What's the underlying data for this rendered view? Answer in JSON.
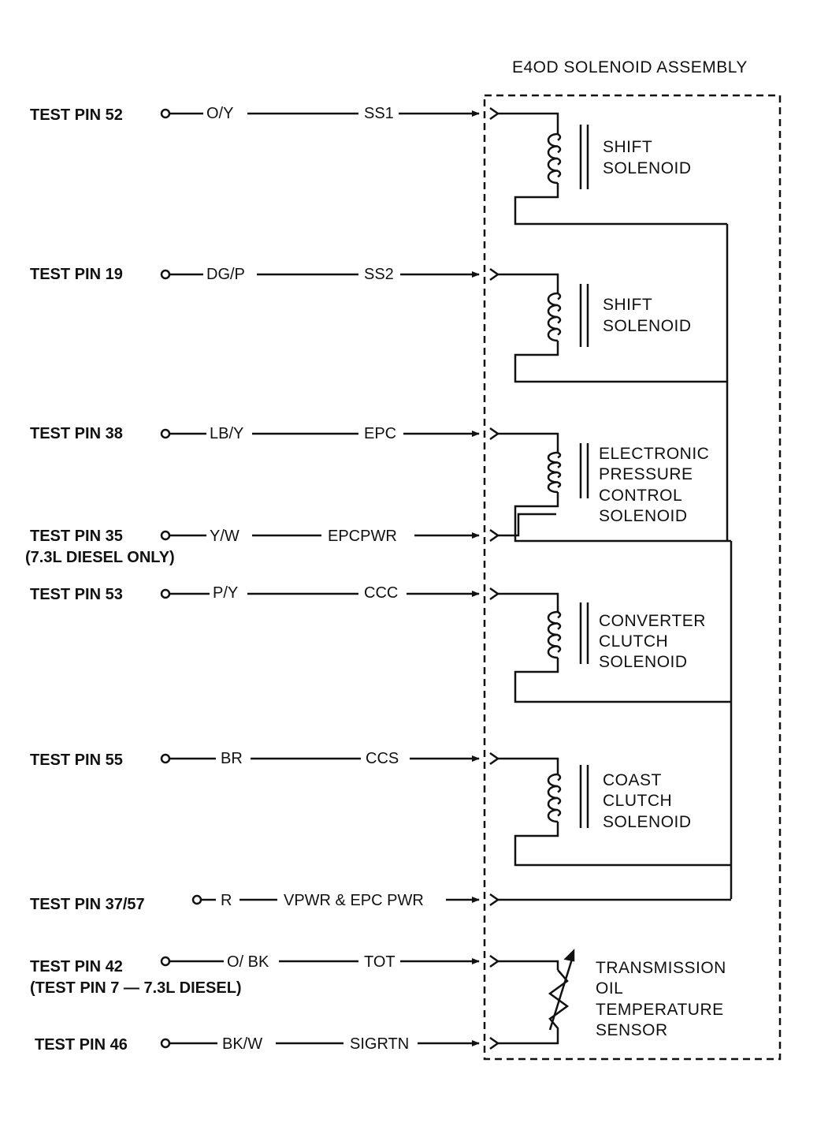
{
  "assembly_title": "E4OD SOLENOID ASSEMBLY",
  "pins": [
    {
      "pin": "TEST PIN 52",
      "color": "O/Y",
      "signal": "SS1"
    },
    {
      "pin": "TEST PIN 19",
      "color": "DG/P",
      "signal": "SS2"
    },
    {
      "pin": "TEST PIN 38",
      "color": "LB/Y",
      "signal": "EPC"
    },
    {
      "pin": "TEST PIN 35",
      "pin_note": "(7.3L DIESEL ONLY)",
      "color": "Y/W",
      "signal": "EPCPWR"
    },
    {
      "pin": "TEST PIN 53",
      "color": "P/Y",
      "signal": "CCC"
    },
    {
      "pin": "TEST PIN 55",
      "color": "BR",
      "signal": "CCS"
    },
    {
      "pin": "TEST PIN 37/57",
      "color": "R",
      "signal": "VPWR & EPC PWR"
    },
    {
      "pin": "TEST PIN 42",
      "pin_note": "(TEST PIN 7 — 7.3L DIESEL)",
      "color": "O/ BK",
      "signal": "TOT"
    },
    {
      "pin": "TEST PIN 46",
      "color": "BK/W",
      "signal": "SIGRTN"
    }
  ],
  "components": [
    {
      "lines": [
        "SHIFT",
        "SOLENOID"
      ]
    },
    {
      "lines": [
        "SHIFT",
        "SOLENOID"
      ]
    },
    {
      "lines": [
        "ELECTRONIC",
        "PRESSURE",
        "CONTROL",
        "SOLENOID"
      ]
    },
    {
      "lines": [
        "CONVERTER",
        "CLUTCH",
        "SOLENOID"
      ]
    },
    {
      "lines": [
        "COAST",
        "CLUTCH",
        "SOLENOID"
      ]
    },
    {
      "lines": [
        "TRANSMISSION",
        "OIL",
        "TEMPERATURE",
        "SENSOR"
      ]
    }
  ]
}
